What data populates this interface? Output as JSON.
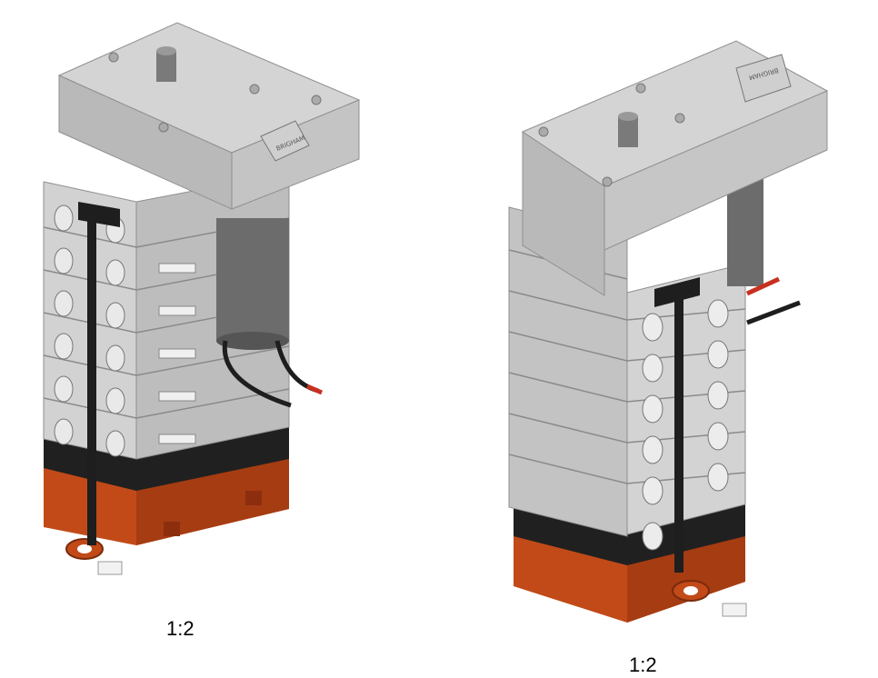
{
  "views": [
    {
      "id": "left",
      "scale": "1:2",
      "badge_text": "BRIGHAM",
      "color_body": "#c9c9c9",
      "color_body_dark": "#a9a9a9",
      "color_base": "#c14a18",
      "color_strap": "#1e1e1e",
      "color_motor": "#6c6c6c",
      "color_wire_red": "#c8301f"
    },
    {
      "id": "right",
      "scale": "1:2",
      "badge_text": "BRIGHAM",
      "color_body": "#c9c9c9",
      "color_body_dark": "#a9a9a9",
      "color_base": "#c14a18",
      "color_strap": "#1e1e1e",
      "color_motor": "#6c6c6c",
      "color_wire_red": "#c8301f"
    }
  ]
}
